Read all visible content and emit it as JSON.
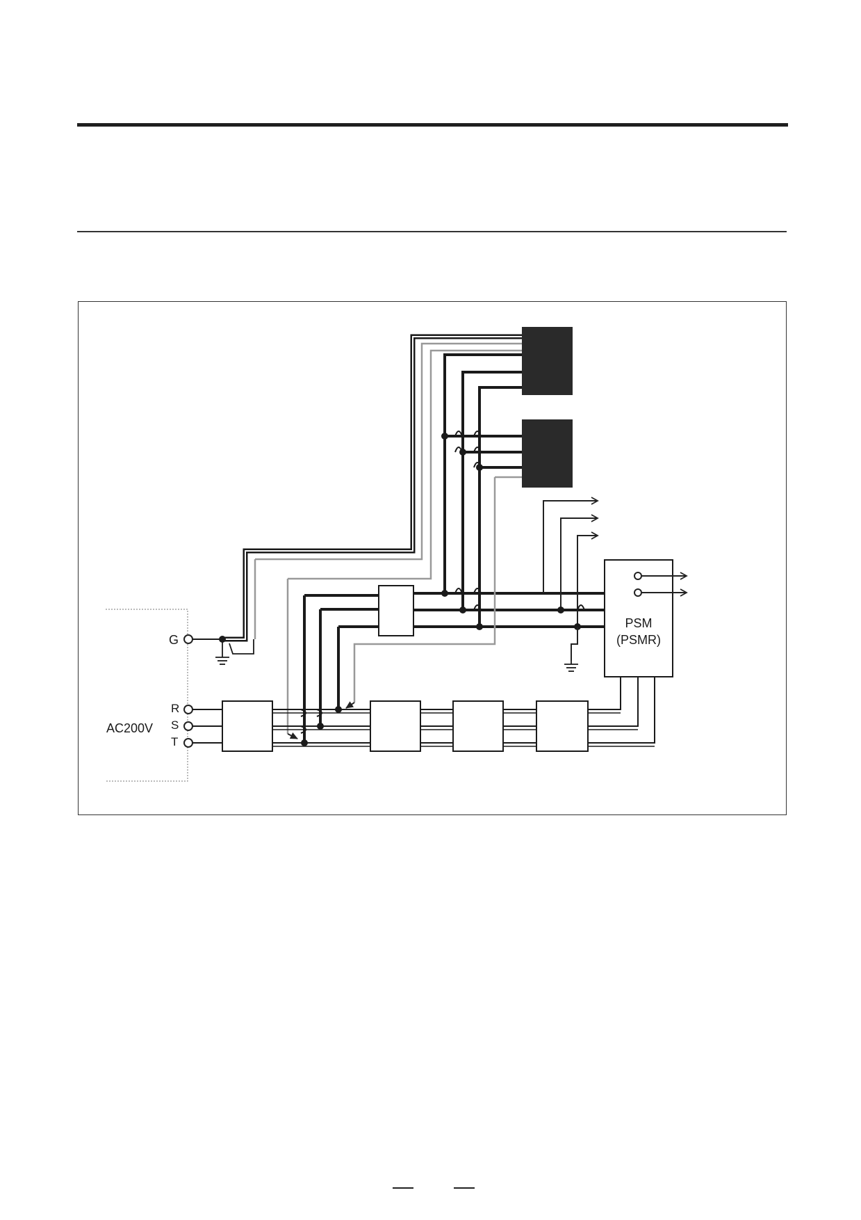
{
  "diagram": {
    "terminals": {
      "ground": "G",
      "phase_r": "R",
      "phase_s": "S",
      "phase_t": "T",
      "supply_voltage": "AC200V"
    },
    "psm_module": {
      "name": "PSM",
      "variant": "(PSMR)"
    }
  }
}
